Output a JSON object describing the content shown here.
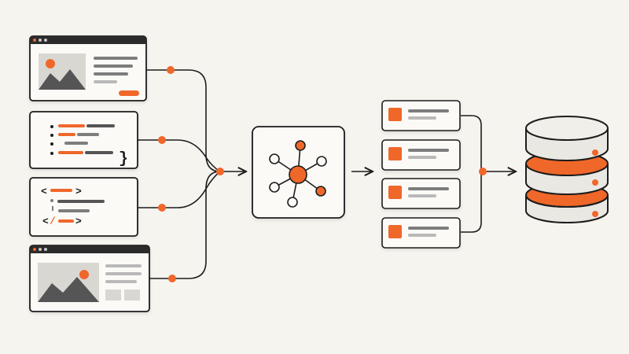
{
  "colors": {
    "background": "#f6f4ef",
    "accent": "#f0672a",
    "ink": "#1d1d1d",
    "card": "#fbfaf7",
    "muted": "#7d7d7d",
    "light_muted": "#b9b9b9",
    "window_bar": "#2b2b2b"
  },
  "sources": [
    {
      "kind": "web-page",
      "icon": "image-icon"
    },
    {
      "kind": "code-snippet",
      "glyph_open": "{",
      "glyph_close": "}"
    },
    {
      "kind": "markup-snippet",
      "glyph_open": "<",
      "glyph_close": ">",
      "glyph_mid": "/"
    },
    {
      "kind": "web-page",
      "icon": "image-icon"
    }
  ],
  "processor": {
    "icon": "network-hub-icon"
  },
  "records": [
    {
      "icon": "record-icon"
    },
    {
      "icon": "record-icon"
    },
    {
      "icon": "record-icon"
    },
    {
      "icon": "record-icon"
    }
  ],
  "storage": {
    "icon": "database-icon"
  }
}
